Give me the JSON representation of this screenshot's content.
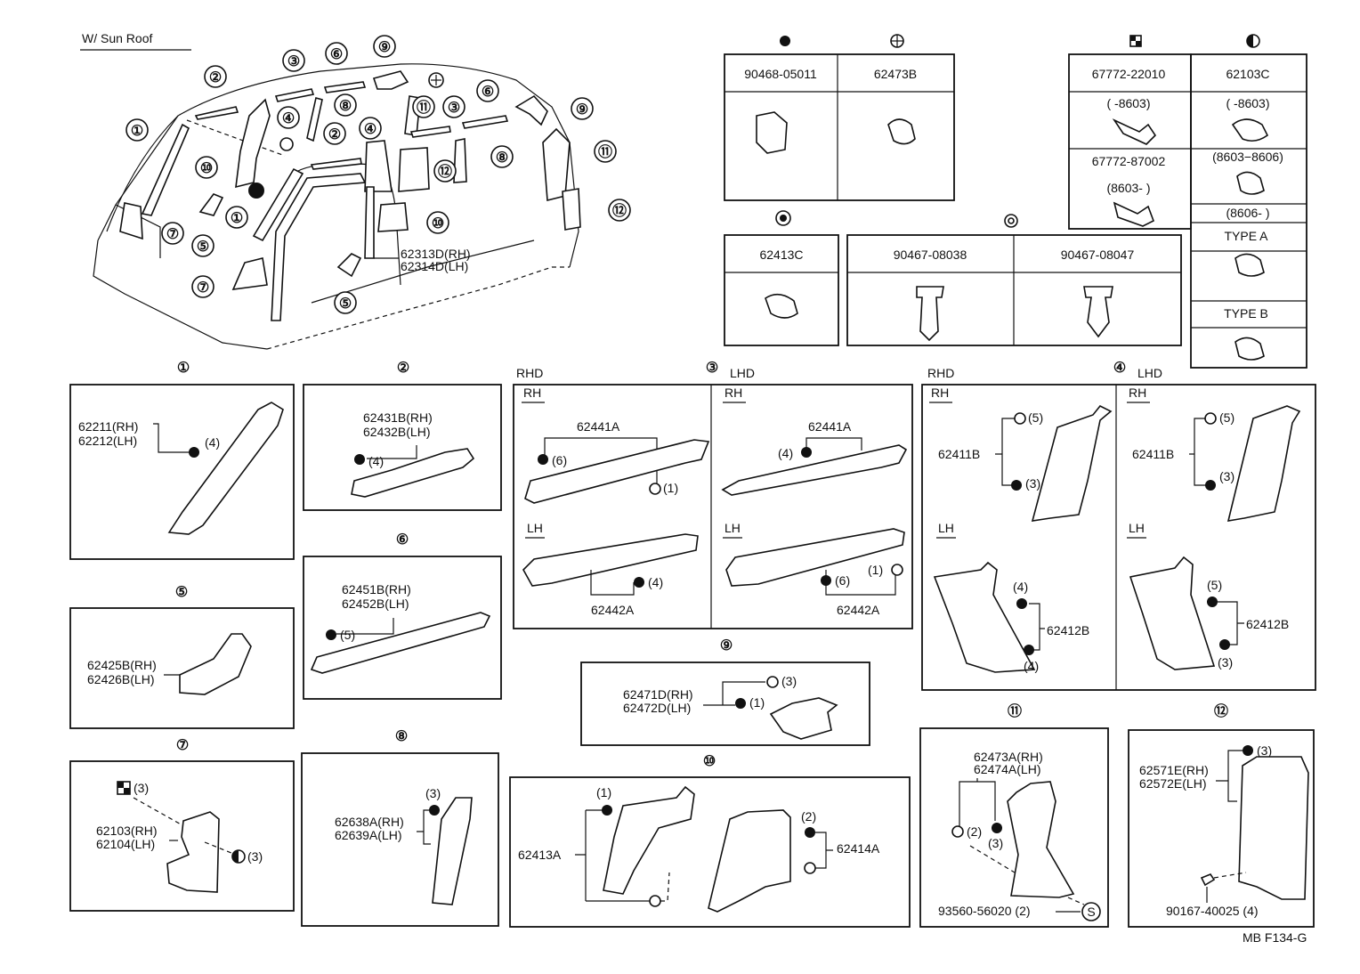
{
  "header": {
    "title": "W/ Sun Roof",
    "footer_code": "MB F134-G"
  },
  "symbols": {
    "s1": {
      "name": "filled-circle",
      "parts": [
        "90468-05011"
      ]
    },
    "s2": {
      "name": "plus-circle",
      "parts": [
        "62473B"
      ]
    },
    "s3": {
      "name": "checker-square",
      "parts": [
        "67772-22010",
        "(      -8603)",
        "67772-87002",
        "(8603-          )"
      ]
    },
    "s4": {
      "name": "half-circle",
      "parts": [
        "62103C",
        "(      -8603)",
        "(8603−8606)",
        "(8606-          )",
        "TYPE A",
        "TYPE B"
      ]
    },
    "s5": {
      "name": "star-circle",
      "parts": [
        "62413C"
      ]
    },
    "s6": {
      "name": "ring-circle",
      "parts": [
        "90467-08038",
        "90467-08047"
      ]
    }
  },
  "callouts": [
    "①",
    "②",
    "③",
    "④",
    "⑤",
    "⑥",
    "⑦",
    "⑧",
    "⑨",
    "⑩",
    "⑪",
    "⑫"
  ],
  "overview": {
    "labels": [
      "62313D(RH)",
      "62314D(LH)"
    ]
  },
  "panels": {
    "p1": {
      "num": "①",
      "part_rh": "62211(RH)",
      "part_lh": "62212(LH)",
      "qty": "(4)"
    },
    "p2": {
      "num": "②",
      "part_rh": "62431B(RH)",
      "part_lh": "62432B(LH)",
      "qty": "(4)"
    },
    "p3": {
      "num": "③",
      "left": "RHD",
      "right": "LHD",
      "rh": "RH",
      "lh": "LH",
      "upper": "62441A",
      "lower": "62442A",
      "q1": "(6)",
      "q2": "(1)",
      "q3": "(4)",
      "q4": "(4)",
      "q5": "(6)",
      "q6": "(1)"
    },
    "p4": {
      "num": "④",
      "left": "RHD",
      "right": "LHD",
      "rh": "RH",
      "lh": "LH",
      "upper": "62411B",
      "lower": "62412B",
      "q5": "(5)",
      "q3": "(3)",
      "q4": "(4)"
    },
    "p5": {
      "num": "⑤",
      "part_rh": "62425B(RH)",
      "part_lh": "62426B(LH)"
    },
    "p6": {
      "num": "⑥",
      "part_rh": "62451B(RH)",
      "part_lh": "62452B(LH)",
      "qty": "(5)"
    },
    "p7": {
      "num": "⑦",
      "part_rh": "62103(RH)",
      "part_lh": "62104(LH)",
      "qty": "(3)"
    },
    "p8": {
      "num": "⑧",
      "part_rh": "62638A(RH)",
      "part_lh": "62639A(LH)",
      "qty": "(3)"
    },
    "p9": {
      "num": "⑨",
      "part_rh": "62471D(RH)",
      "part_lh": "62472D(LH)",
      "q3": "(3)",
      "q1": "(1)"
    },
    "p10": {
      "num": "⑩",
      "left_part": "62413A",
      "right_part": "62414A",
      "q1": "(1)",
      "q2": "(2)"
    },
    "p11": {
      "num": "⑪",
      "part_rh": "62473A(RH)",
      "part_lh": "62474A(LH)",
      "q2": "(2)",
      "q3": "(3)",
      "screw": "93560-56020 (2)",
      "s": "S"
    },
    "p12": {
      "num": "⑫",
      "part_rh": "62571E(RH)",
      "part_lh": "62572E(LH)",
      "qty": "(3)",
      "bolt": "90167-40025 (4)"
    }
  }
}
